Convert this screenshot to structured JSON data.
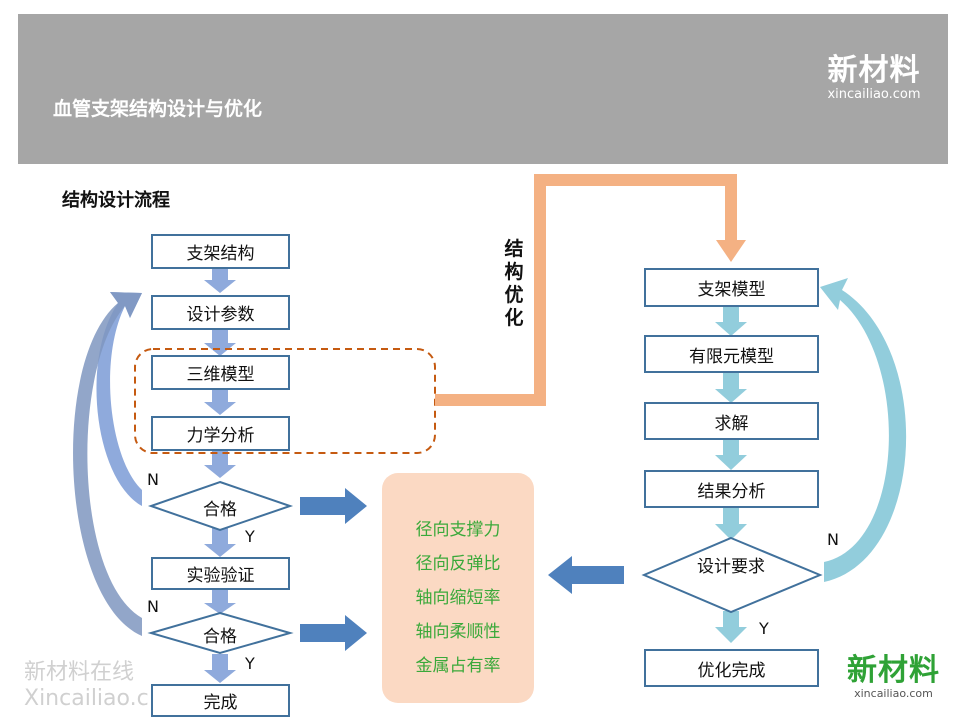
{
  "header": {
    "title": "血管支架结构设计与优化",
    "logo_cn": "新材料",
    "logo_en": "xincailiao.com"
  },
  "section_title": "结构设计流程",
  "left_flow": {
    "steps": [
      "支架结构",
      "设计参数",
      "三维模型",
      "力学分析"
    ],
    "decision1": "合格",
    "experiment": "实验验证",
    "decision2": "合格",
    "done": "完成",
    "yes": "Y",
    "no": "N"
  },
  "optimize_label": "结构优化",
  "results": [
    "径向支撑力",
    "径向反弹比",
    "轴向缩短率",
    "轴向柔顺性",
    "金属占有率"
  ],
  "right_flow": {
    "steps": [
      "支架模型",
      "有限元模型",
      "求解",
      "结果分析"
    ],
    "decision": "设计要求",
    "done": "优化完成",
    "yes": "Y",
    "no": "N"
  },
  "watermark": {
    "line1": "新材料在线",
    "line2": "Xincailiao.c"
  },
  "bottom_logo": {
    "cn": "新材料",
    "en": "xincailiao.com"
  },
  "colors": {
    "header_bg": "#a6a6a6",
    "box_border": "#41719c",
    "left_arrow": "#8faadc",
    "right_arrow": "#92cddc",
    "orange": "#f4b183",
    "dashed": "#c55a11",
    "blue_arrow": "#4f81bd",
    "results_bg": "#fbd9c3",
    "results_text": "#3aa93a"
  }
}
